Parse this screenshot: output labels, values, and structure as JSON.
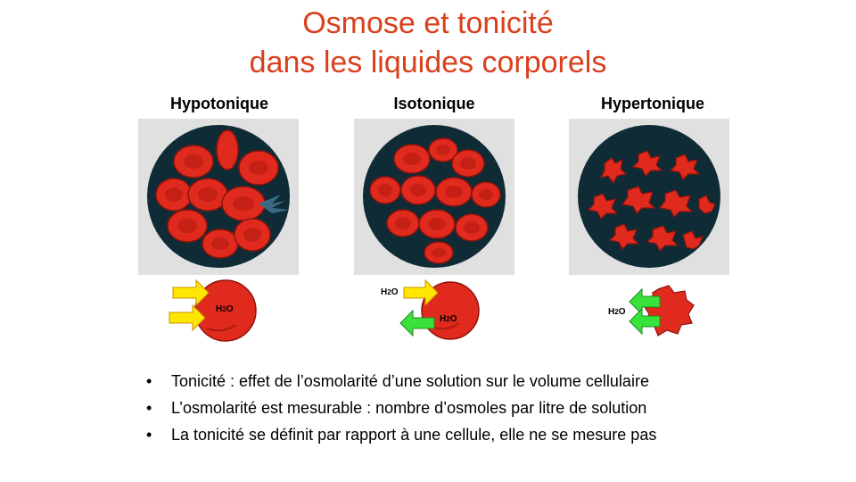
{
  "title": {
    "line1": "Osmose et tonicité",
    "line2": "dans les liquides corporels"
  },
  "panels": [
    {
      "label": "Hypotonique"
    },
    {
      "label": "Isotonique"
    },
    {
      "label": "Hypertonique"
    }
  ],
  "water_label": {
    "main": "H",
    "sub": "2",
    "end": "O"
  },
  "bullets": [
    "Tonicité : effet de l’osmolarité d’une solution sur le volume cellulaire",
    "L’osmolarité est mesurable : nombre d’osmoles par litre de solution",
    "La tonicité se définit par rapport à une cellule, elle ne se mesure pas"
  ],
  "bullet_symbol": "•",
  "colors": {
    "title": "#d9401b",
    "dish": "#0f2b36",
    "cell": "#e02a1e",
    "cell_dark": "#b01a12",
    "arrow_in": "#ffe600",
    "arrow_out": "#39e23a",
    "panel_bg": "#e0e0e0"
  }
}
